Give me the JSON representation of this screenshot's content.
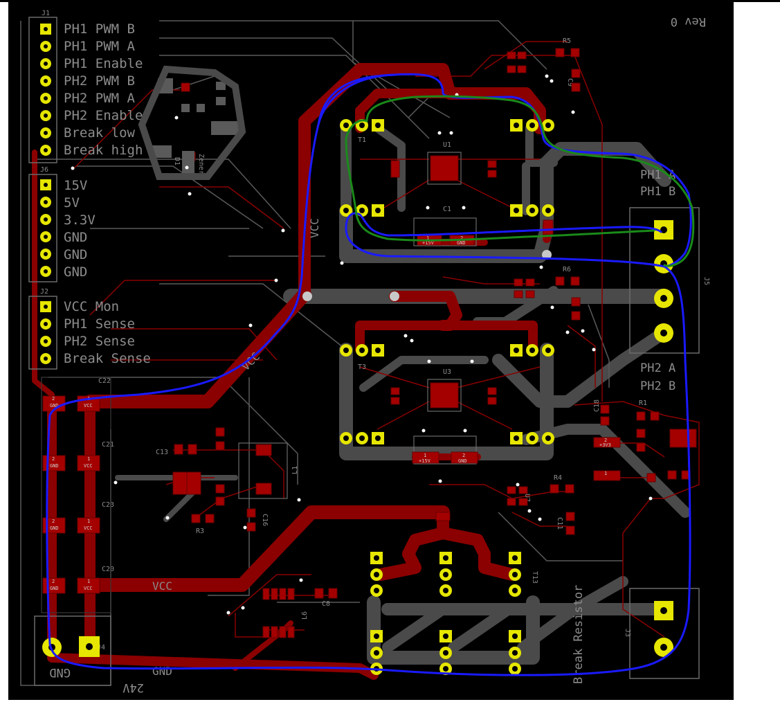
{
  "board": {
    "revision": "Rev 0",
    "colors": {
      "background": "#000000",
      "trace_top": "#8b0000",
      "trace_bottom": "#4a4a4a",
      "pad": "#e6e600",
      "silk": "#8c8c8c",
      "wire_blue": "#1a1aff",
      "wire_green": "#1a8a1a"
    }
  },
  "connectors": {
    "j1": {
      "ref": "J1",
      "pins": [
        "PH1 PWM B",
        "PH1 PWM A",
        "PH1 Enable",
        "PH2 PWM B",
        "PH2 PWM A",
        "PH2 Enable",
        "Break low",
        "Break high"
      ]
    },
    "j6": {
      "ref": "J6",
      "pins": [
        "15V",
        "5V",
        "3.3V",
        "GND",
        "GND",
        "GND"
      ]
    },
    "j2": {
      "ref": "J2",
      "pins": [
        "VCC Mon",
        "PH1 Sense",
        "PH2 Sense",
        "Break Sense"
      ]
    },
    "j4": {
      "ref": "J4",
      "labels": [
        "GND",
        "24V"
      ]
    },
    "j5": {
      "ref": "J5",
      "labels": [
        "PH1 A",
        "PH1 B",
        "PH2 A",
        "PH2 B"
      ]
    },
    "j3": {
      "ref": "J3",
      "labels": [
        "Break Resistor"
      ]
    }
  },
  "nets": {
    "vcc": "VCC",
    "gnd": "GND",
    "v15": "+15V",
    "v33": "+3V3"
  },
  "components": {
    "mosfets": [
      "T1",
      "T3",
      "T13"
    ],
    "ics": [
      "U1",
      "U3",
      "U7"
    ],
    "resistors": [
      "R1",
      "R3",
      "R4",
      "R5",
      "R6"
    ],
    "capacitors": [
      "C1",
      "C8",
      "C9",
      "C11",
      "C13",
      "C16",
      "C18",
      "C20",
      "C21",
      "C22",
      "C23"
    ],
    "inductors": [
      "L1",
      "L6"
    ],
    "diode": "D1",
    "zener": "Zener"
  },
  "pad_labels": {
    "num1": "1",
    "num2": "2"
  }
}
